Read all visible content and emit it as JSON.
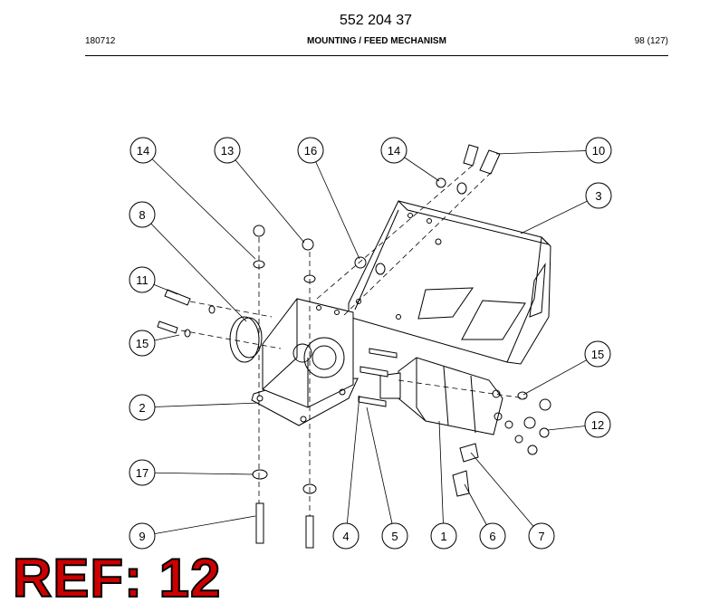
{
  "header": {
    "doc_number": "552 204 37",
    "date_code": "180712",
    "section_title": "MOUNTING / FEED MECHANISM",
    "page_info": "98 (127)"
  },
  "callouts": [
    "14",
    "13",
    "16",
    "14",
    "10",
    "8",
    "3",
    "11",
    "15",
    "15",
    "2",
    "12",
    "17",
    "9",
    "4",
    "5",
    "1",
    "6",
    "7"
  ],
  "ref_label": "REF: 12"
}
